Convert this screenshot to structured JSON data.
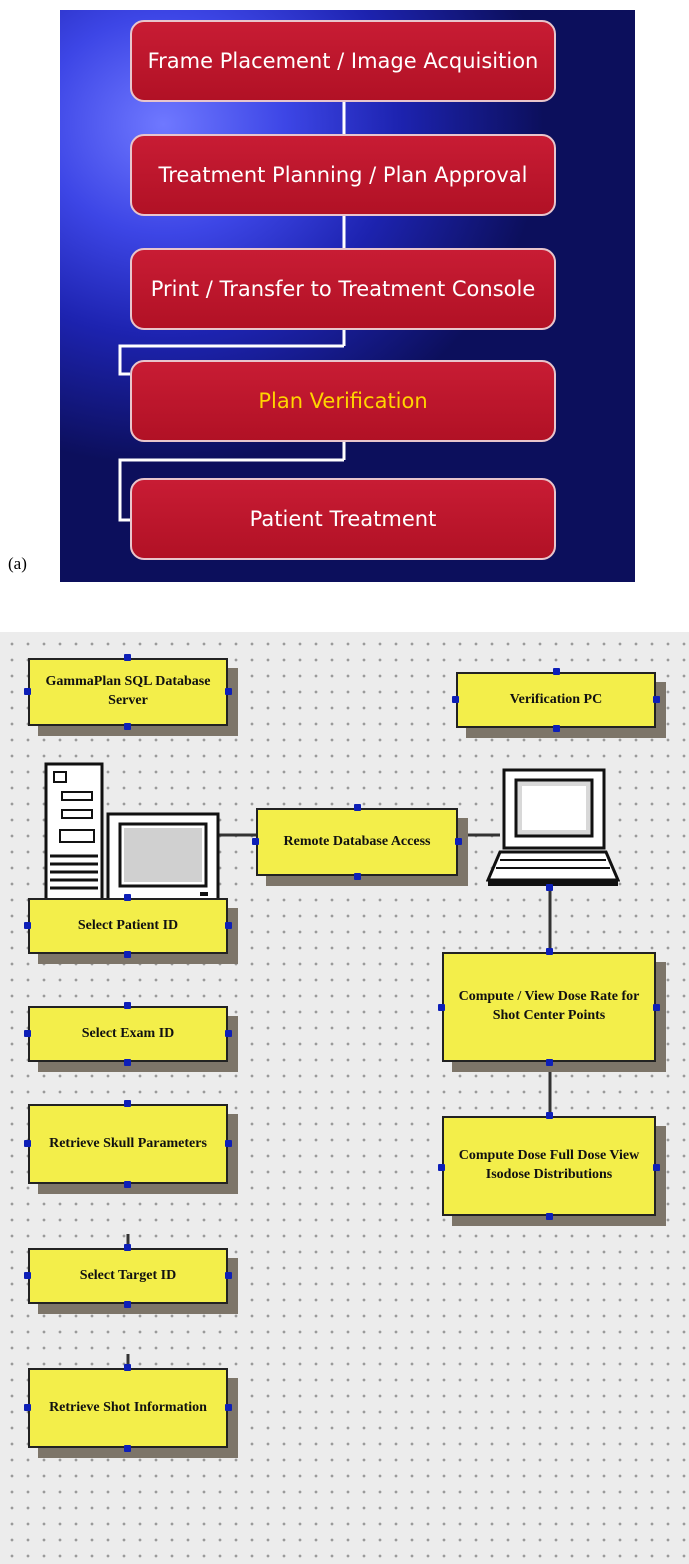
{
  "panel_a": {
    "label": "(a)",
    "steps": [
      "Frame Placement / Image Acquisition",
      "Treatment Planning / Plan Approval",
      "Print / Transfer to Treatment Console",
      "Plan Verification",
      "Patient Treatment"
    ],
    "highlight_color": "#ffd400",
    "box_color": "#c0162e",
    "background_color": "#1d23b0"
  },
  "panel_b": {
    "nodes": {
      "gammaplan_server": "GammaPlan SQL Database Server",
      "verification_pc": "Verification PC",
      "remote_access": "Remote Database Access",
      "select_patient": "Select Patient ID",
      "select_exam": "Select Exam ID",
      "retrieve_skull": "Retrieve Skull Parameters",
      "select_target": "Select Target ID",
      "retrieve_shot": "Retrieve Shot Information",
      "compute_rate": "Compute / View Dose Rate for Shot Center Points",
      "compute_full": "Compute Dose Full Dose View Isodose Distributions"
    },
    "icons": [
      "desktop-computer-icon",
      "laptop-computer-icon"
    ],
    "node_color": "#f3ee4a",
    "handle_color": "#0d1fb8"
  }
}
